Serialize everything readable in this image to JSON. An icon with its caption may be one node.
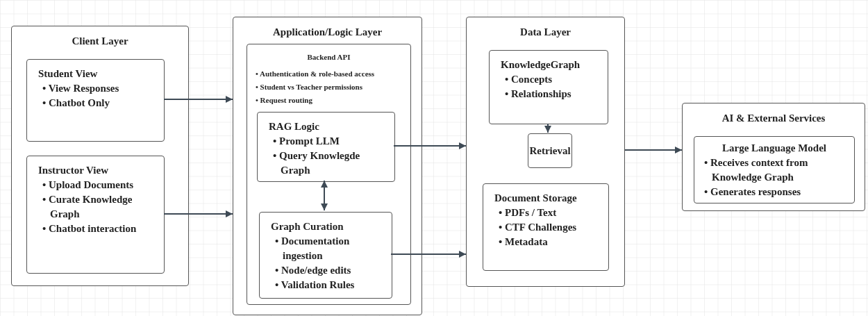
{
  "diagram": {
    "nodes": [
      {
        "text": [
          "Client Layer"
        ]
      },
      {
        "text": [
          "Student View",
          "• View Responses",
          "• Chatbot Only"
        ],
        "in": 0
      },
      {
        "text": [
          "Instructor View",
          "• Upload Documents",
          "• Curate Knowledge Graph",
          "• Chatbot interaction"
        ],
        "in": 0
      },
      {
        "text": [
          "Application/Logic Layer"
        ]
      },
      {
        "text": [
          "Backend API",
          "• Authentication & role-based access",
          "• Student vs Teacher permissions",
          "• Request routing"
        ],
        "in": 3
      },
      {
        "text": [
          "RAG Logic",
          "• Prompt LLM",
          "• Query Knowlegde Graph"
        ],
        "in": 4
      },
      {
        "text": [
          "Graph Curation",
          "• Documentation ingestion",
          "• Node/edge edits",
          "• Validation Rules"
        ],
        "in": 4
      },
      {
        "text": [
          "Data Layer"
        ]
      },
      {
        "text": [
          "KnowledgeGraph",
          "• Concepts",
          "• Relationships"
        ],
        "in": 7
      },
      {
        "text": [
          "Retrieval"
        ],
        "in": 7
      },
      {
        "text": [
          "Document Storage",
          "• PDFs / Text",
          "• CTF Challenges",
          "• Metadata"
        ],
        "in": 7
      },
      {
        "text": [
          "AI & External Services"
        ]
      },
      {
        "text": [
          "Large Language Model",
          "• Receives context from Knowledge Graph",
          "• Generates responses"
        ],
        "in": 11
      }
    ],
    "edges": [
      {
        "from": 1,
        "to": 3,
        "arrow": "to"
      },
      {
        "from": 2,
        "to": 3,
        "arrow": "to"
      },
      {
        "from": 5,
        "to": 7,
        "arrow": "to"
      },
      {
        "from": 6,
        "to": 7,
        "arrow": "to"
      },
      {
        "from": 5,
        "to": 6,
        "arrow": "both"
      },
      {
        "from": 8,
        "to": 9,
        "arrow": "to"
      },
      {
        "from": 7,
        "to": 11,
        "arrow": "to"
      }
    ]
  }
}
